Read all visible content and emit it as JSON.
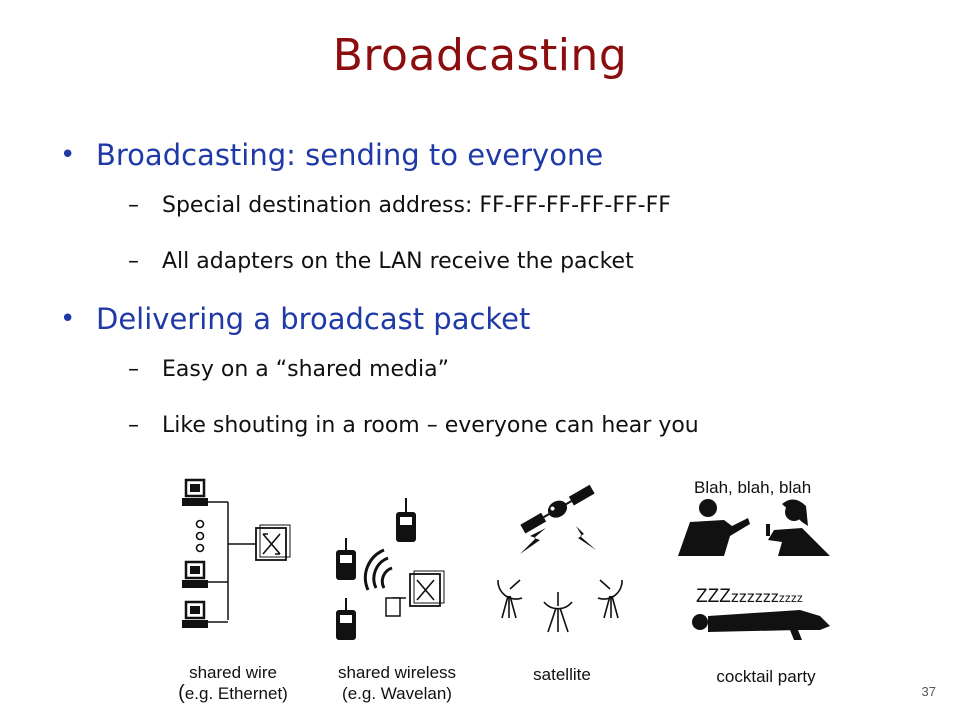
{
  "slide": {
    "title": "Broadcasting",
    "page_number": "37"
  },
  "bullets": [
    {
      "text": "Broadcasting: sending to everyone",
      "sub": [
        "Special destination address: FF-FF-FF-FF-FF-FF",
        "All adapters on the LAN receive the packet"
      ]
    },
    {
      "text": "Delivering a broadcast packet",
      "sub": [
        "Easy on a “shared media”",
        "Like shouting in a room – everyone can hear you"
      ]
    }
  ],
  "bullet_symbol": "•",
  "dash_symbol": "–",
  "figure": {
    "shared_wire": {
      "line1": "shared wire",
      "line2_paren": "(",
      "line2_rest": "e.g. Ethernet)"
    },
    "shared_wireless": {
      "line1": "shared wireless",
      "line2": "(e.g. Wavelan)"
    },
    "satellite": {
      "label": "satellite"
    },
    "cocktail": {
      "label": "cocktail party",
      "speech": "Blah, blah, blah",
      "snore_big": "ZZZ",
      "snore_mid": "zzzzzz",
      "snore_small": "zzzz"
    }
  },
  "colors": {
    "title": "#8b0d0d",
    "bullet_text": "#1f3aa6",
    "sub_text": "#111111"
  }
}
